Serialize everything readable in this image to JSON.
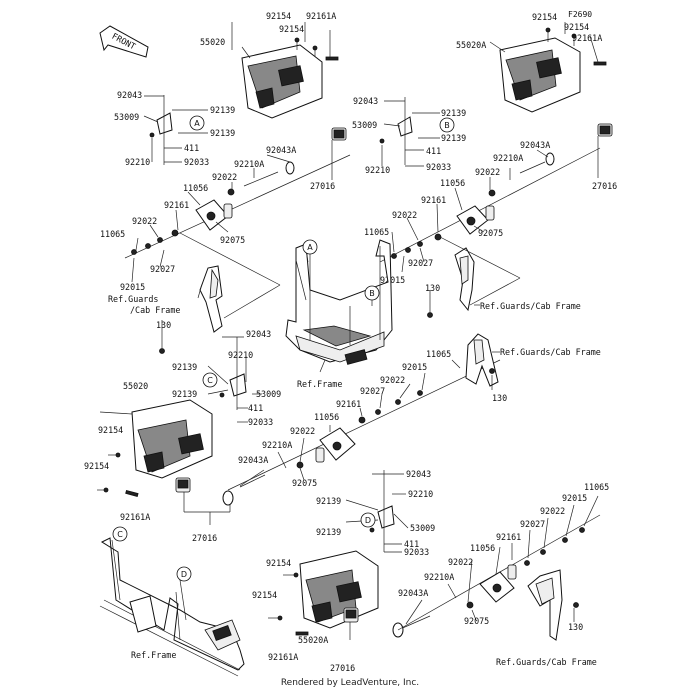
{
  "figure_code": "F2690",
  "front_label": "FRONT",
  "credit": "Rendered by LeadVenture, Inc.",
  "refs": {
    "guards_cab": "Ref.Guards/Cab Frame",
    "guards_cab_a": "Ref.Guards",
    "guards_cab_b": "/Cab Frame",
    "frame": "Ref.Frame"
  },
  "callouts": [
    "A",
    "B",
    "C",
    "D"
  ],
  "parts": {
    "p92154": "92154",
    "p92161A": "92161A",
    "p55020": "55020",
    "p55020A": "55020A",
    "p92043": "92043",
    "p53009": "53009",
    "p92139": "92139",
    "p411": "411",
    "p92210": "92210",
    "p92033": "92033",
    "p92043A": "92043A",
    "p92210A": "92210A",
    "p92022": "92022",
    "p27016": "27016",
    "p11056": "11056",
    "p92161": "92161",
    "p92075": "92075",
    "p11065": "11065",
    "p92027": "92027",
    "p92015": "92015",
    "p130": "130"
  }
}
